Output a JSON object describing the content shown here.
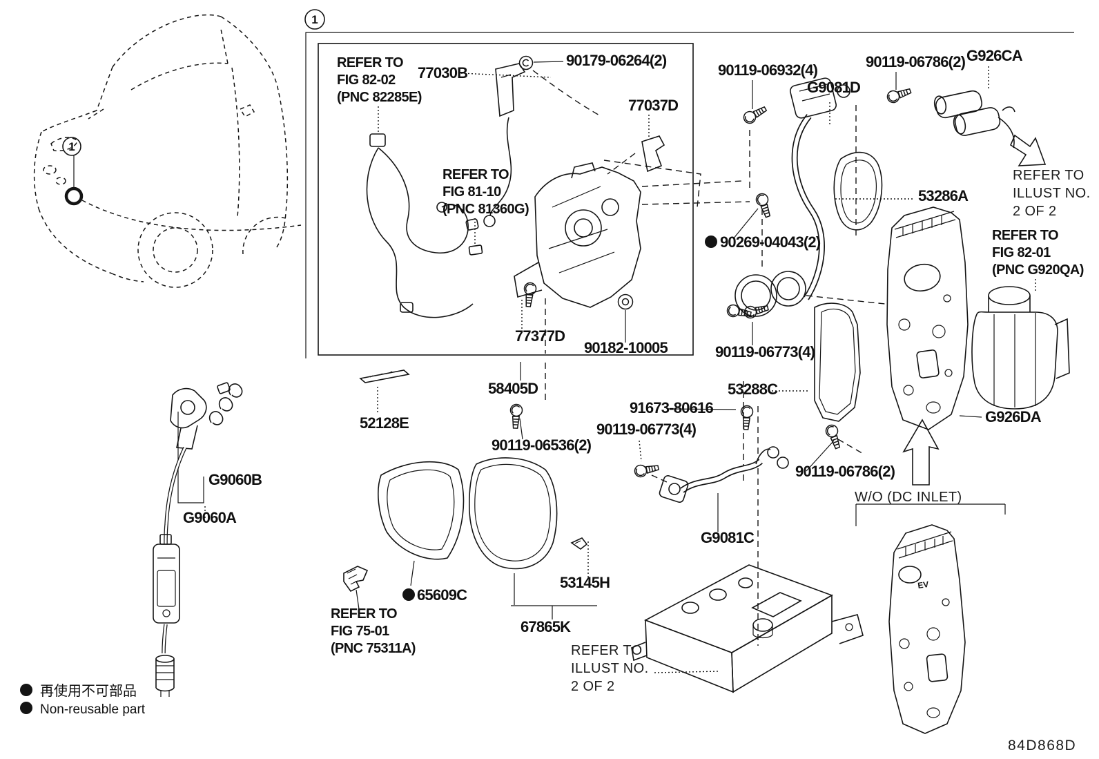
{
  "figure": {
    "badge": "1",
    "drawing_code": "84D868D",
    "wo_dc_inlet": "W/O (DC INLET)",
    "ev_mark": "EV",
    "legend": {
      "jp": "再使用不可部品",
      "en": "Non-reusable part"
    },
    "parts": [
      {
        "n": "77030B"
      },
      {
        "n": "90179-06264(2)"
      },
      {
        "n": "77037D"
      },
      {
        "n": "90119-06932(4)"
      },
      {
        "n": "G9081D"
      },
      {
        "n": "90119-06786(2)"
      },
      {
        "n": "G926CA"
      },
      {
        "n": "53286A"
      },
      {
        "n": "90269-04043(2)",
        "non_reusable": true
      },
      {
        "n": "77377D"
      },
      {
        "n": "90182-10005"
      },
      {
        "n": "90119-06773(4)"
      },
      {
        "n": "53288C"
      },
      {
        "n": "G926DA"
      },
      {
        "n": "58405D"
      },
      {
        "n": "52128E"
      },
      {
        "n": "90119-06536(2)"
      },
      {
        "n": "91673-80616"
      },
      {
        "n": "90119-06773(4)"
      },
      {
        "n": "90119-06786(2)"
      },
      {
        "n": "G9060B"
      },
      {
        "n": "G9060A"
      },
      {
        "n": "65609C",
        "non_reusable": true
      },
      {
        "n": "53145H"
      },
      {
        "n": "67865K"
      },
      {
        "n": "G9081C"
      }
    ],
    "notes": [
      {
        "l1": "REFER TO",
        "l2": "FIG 82-02",
        "l3": "(PNC 82285E)"
      },
      {
        "l1": "REFER TO",
        "l2": "FIG 81-10",
        "l3": "(PNC 81360G)"
      },
      {
        "l1": "REFER TO",
        "l2": "ILLUST NO.",
        "l3": "2 OF 2"
      },
      {
        "l1": "REFER TO",
        "l2": "FIG 82-01",
        "l3": "(PNC G920QA)"
      },
      {
        "l1": "REFER TO",
        "l2": "FIG 75-01",
        "l3": "(PNC 75311A)"
      },
      {
        "l1": "REFER TO",
        "l2": "ILLUST NO.",
        "l3": "2 OF 2"
      }
    ]
  }
}
